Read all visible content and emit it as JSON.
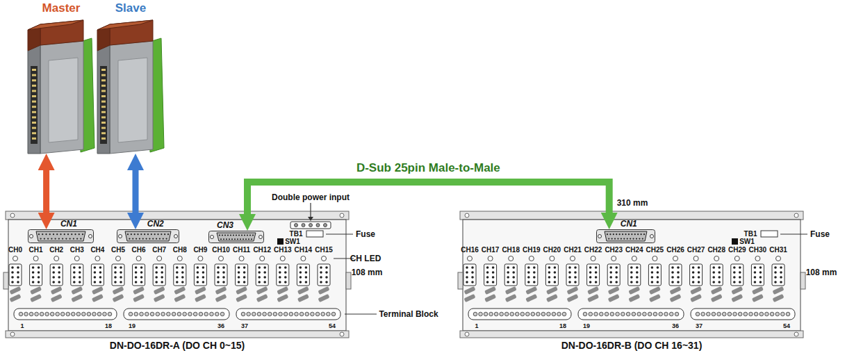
{
  "diagram": {
    "nodes": [
      {
        "text": [
          "Master"
        ]
      },
      {
        "text": [
          "Slave"
        ]
      },
      {
        "text": [
          "DN-DO-16DR-A (DO CH 0~15)"
        ]
      },
      {
        "text": [
          "CN1"
        ],
        "in": 2
      },
      {
        "text": [
          "CN2"
        ],
        "in": 2
      },
      {
        "text": [
          "CN3"
        ],
        "in": 2
      },
      {
        "text": [
          "DN-DO-16DR-B (DO CH 16~31)"
        ]
      },
      {
        "text": [
          "CN1"
        ],
        "in": 6
      }
    ],
    "edges": [
      {
        "from": 0,
        "to": 3,
        "arrow": "both"
      },
      {
        "from": 1,
        "to": 4,
        "arrow": "both"
      },
      {
        "from": 5,
        "to": 7,
        "label": "D-Sub 25pin Male-to-Male",
        "arrow": "both"
      }
    ],
    "labels": [
      "Double power input",
      "TB1",
      "SW1",
      "Fuse",
      "CH0",
      "CH1",
      "CH2",
      "CH3",
      "CH4",
      "CH5",
      "CH6",
      "CH7",
      "CH8",
      "CH9",
      "CH10",
      "CH11",
      "CH12",
      "CH13",
      "CH14",
      "CH15",
      "CH LED",
      "108 mm",
      "1",
      "18",
      "19",
      "36",
      "37",
      "54",
      "Terminal Block",
      "310 mm",
      "TB1",
      "SW1",
      "Fuse",
      "CH16",
      "CH17",
      "CH18",
      "CH19",
      "CH20",
      "CH21",
      "CH22",
      "CH23",
      "CH24",
      "CH25",
      "CH26",
      "CH27",
      "CH28",
      "CH29",
      "CH30",
      "CH31",
      "108 mm",
      "1",
      "18",
      "19",
      "36",
      "37",
      "54"
    ]
  }
}
